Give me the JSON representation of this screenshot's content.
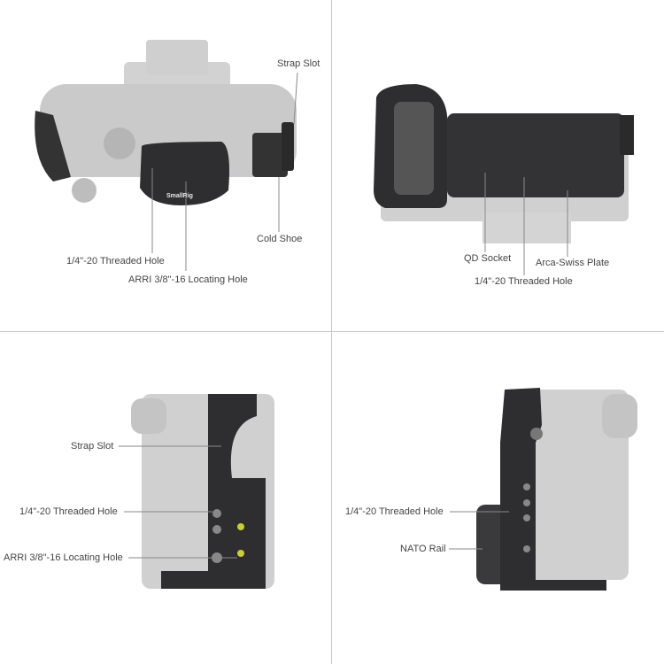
{
  "panels": [
    {
      "id": "top-view",
      "callouts": [
        {
          "text": "Strap Slot"
        },
        {
          "text": "Cold Shoe"
        },
        {
          "text": "1/4\"-20 Threaded Hole"
        },
        {
          "text": "ARRI 3/8\"-16 Locating Hole"
        }
      ]
    },
    {
      "id": "bottom-view",
      "callouts": [
        {
          "text": "QD Socket"
        },
        {
          "text": "Arca-Swiss Plate"
        },
        {
          "text": "1/4\"-20 Threaded Hole"
        }
      ]
    },
    {
      "id": "left-side-view",
      "callouts": [
        {
          "text": "Strap Slot"
        },
        {
          "text": "1/4\"-20 Threaded Hole"
        },
        {
          "text": "ARRI 3/8\"-16 Locating Hole"
        }
      ]
    },
    {
      "id": "right-side-view",
      "callouts": [
        {
          "text": "1/4\"-20 Threaded Hole"
        },
        {
          "text": "NATO Rail"
        }
      ]
    }
  ],
  "brand": "SmallRig",
  "colors": {
    "cage": "#2e2e30",
    "camera": "#c9c9c9",
    "line": "#888888",
    "text": "#444444"
  }
}
